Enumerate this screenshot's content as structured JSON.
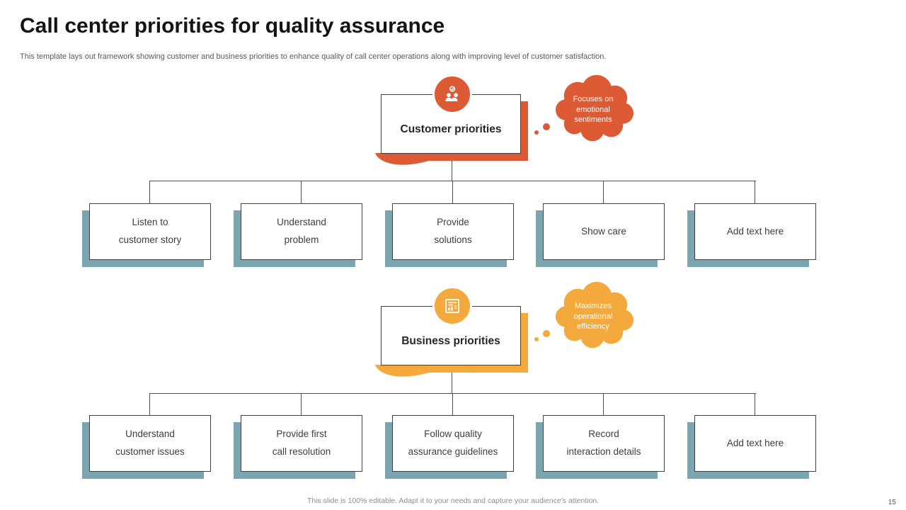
{
  "slide": {
    "title": "Call center priorities for quality assurance",
    "subtitle": "This template lays out framework showing customer and business priorities to enhance quality of call center operations along with improving level of customer satisfaction.",
    "footer": "This slide is 100% editable. Adapt it to your needs and capture your audience's attention.",
    "page_number": "15"
  },
  "colors": {
    "customer_accent": "#DC5B35",
    "business_accent": "#F3A93C",
    "child_shadow": "#7CA5B2"
  },
  "customer": {
    "title": "Customer priorities",
    "icon": "people-group-icon",
    "bubble": [
      "Focuses on",
      "emotional",
      "sentiments"
    ],
    "children": [
      {
        "lines": [
          "Listen to",
          "customer story"
        ]
      },
      {
        "lines": [
          "Understand",
          "problem"
        ]
      },
      {
        "lines": [
          "Provide",
          "solutions"
        ]
      },
      {
        "lines": [
          "Show care"
        ]
      },
      {
        "lines": [
          "Add text here"
        ]
      }
    ]
  },
  "business": {
    "title": "Business priorities",
    "icon": "report-icon",
    "bubble": [
      "Maximizes",
      "operational",
      "efficiency"
    ],
    "children": [
      {
        "lines": [
          "Understand",
          "customer issues"
        ]
      },
      {
        "lines": [
          "Provide first",
          "call resolution"
        ]
      },
      {
        "lines": [
          "Follow quality",
          "assurance guidelines"
        ]
      },
      {
        "lines": [
          "Record",
          "interaction details"
        ]
      },
      {
        "lines": [
          "Add text here"
        ]
      }
    ]
  }
}
